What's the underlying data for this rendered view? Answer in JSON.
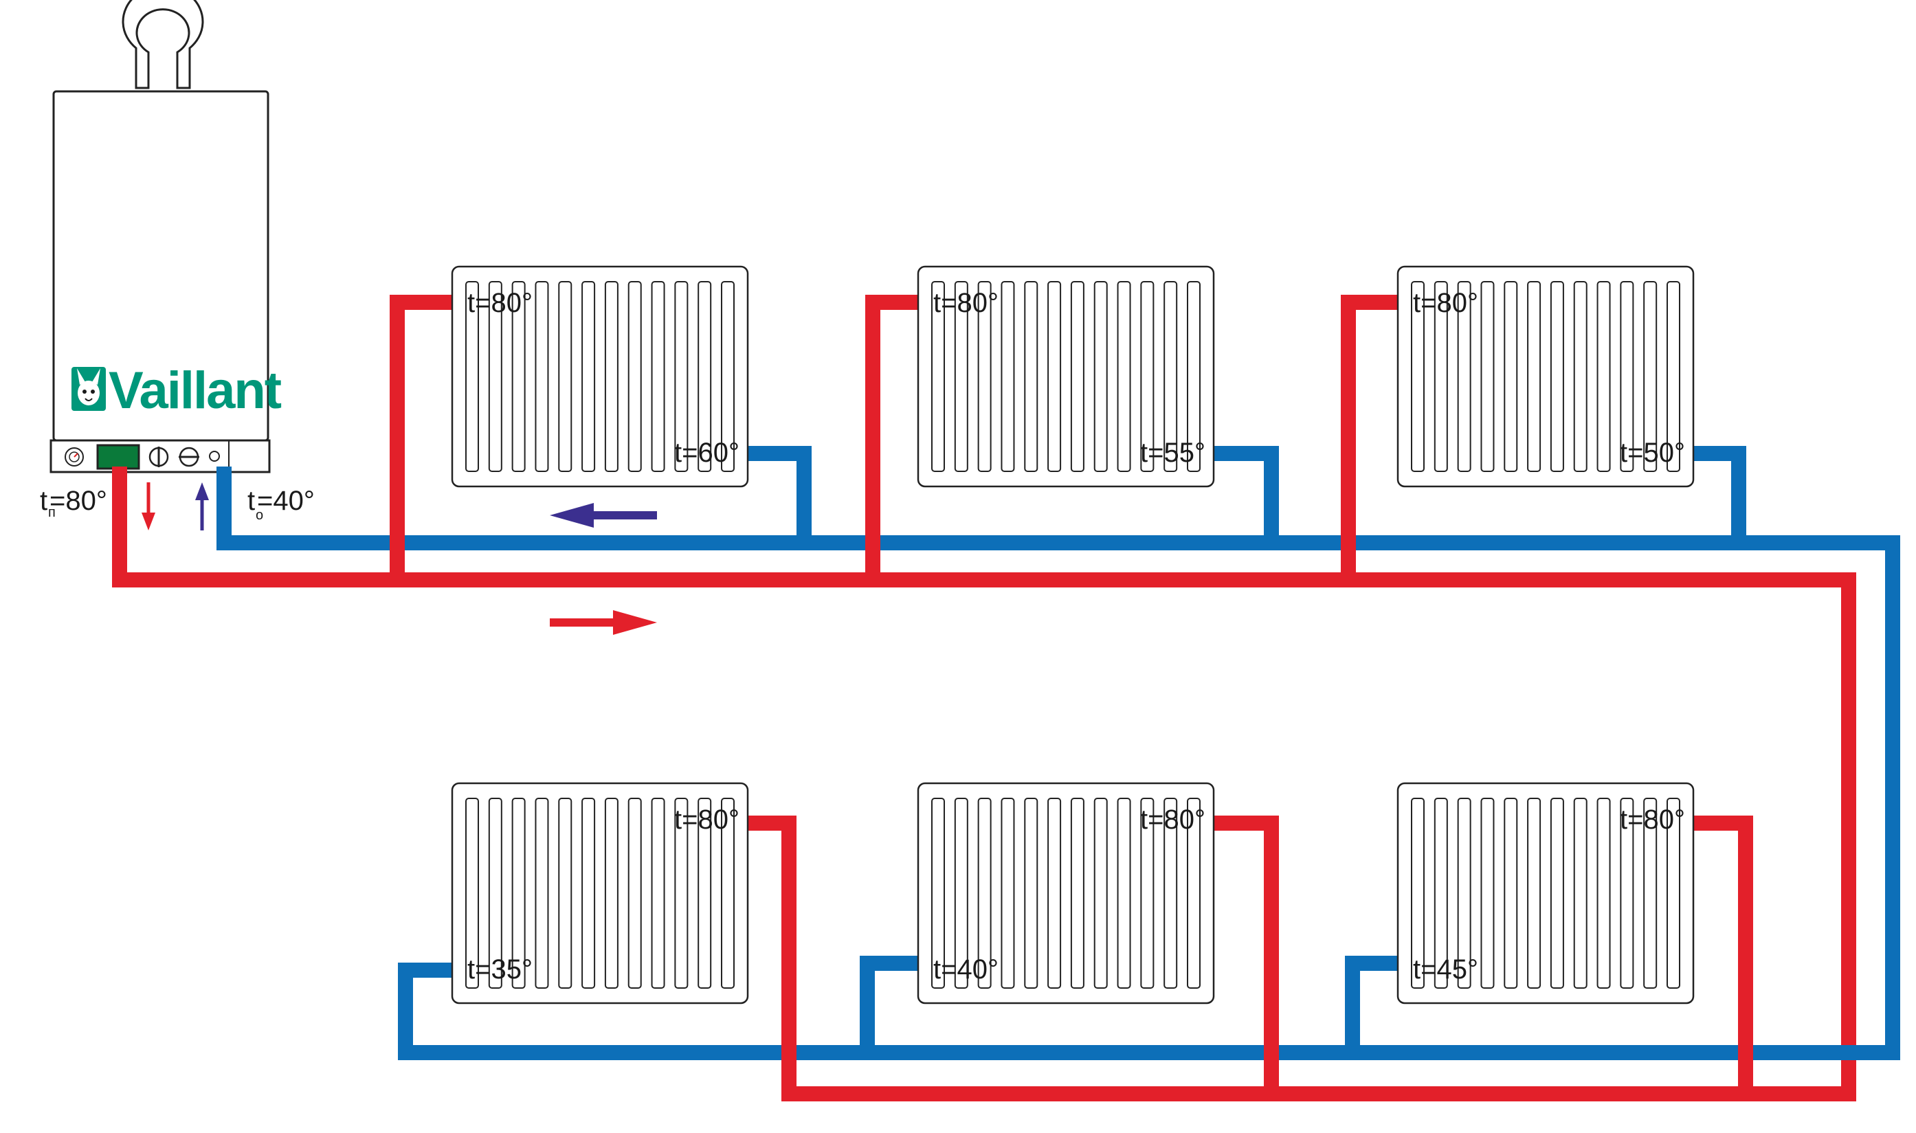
{
  "colors": {
    "hot": "#e3202a",
    "cold": "#0d6fb8",
    "arrow_return": "#3b2f8f",
    "brand": "#00977a",
    "display": "#0a7a3a",
    "outline": "#222222"
  },
  "boiler": {
    "brand": "Vaillant",
    "logo": "hare-logo-icon",
    "supply": {
      "base": "t",
      "sub": "п",
      "value": "=80°"
    },
    "return": {
      "base": "t",
      "sub": "о",
      "value": "=40°"
    }
  },
  "radiators": [
    {
      "inlet": "t=80°",
      "outlet": "t=60°"
    },
    {
      "inlet": "t=80°",
      "outlet": "t=55°"
    },
    {
      "inlet": "t=80°",
      "outlet": "t=50°"
    },
    {
      "inlet": "t=80°",
      "outlet": "t=35°"
    },
    {
      "inlet": "t=80°",
      "outlet": "t=40°"
    },
    {
      "inlet": "t=80°",
      "outlet": "t=45°"
    }
  ]
}
